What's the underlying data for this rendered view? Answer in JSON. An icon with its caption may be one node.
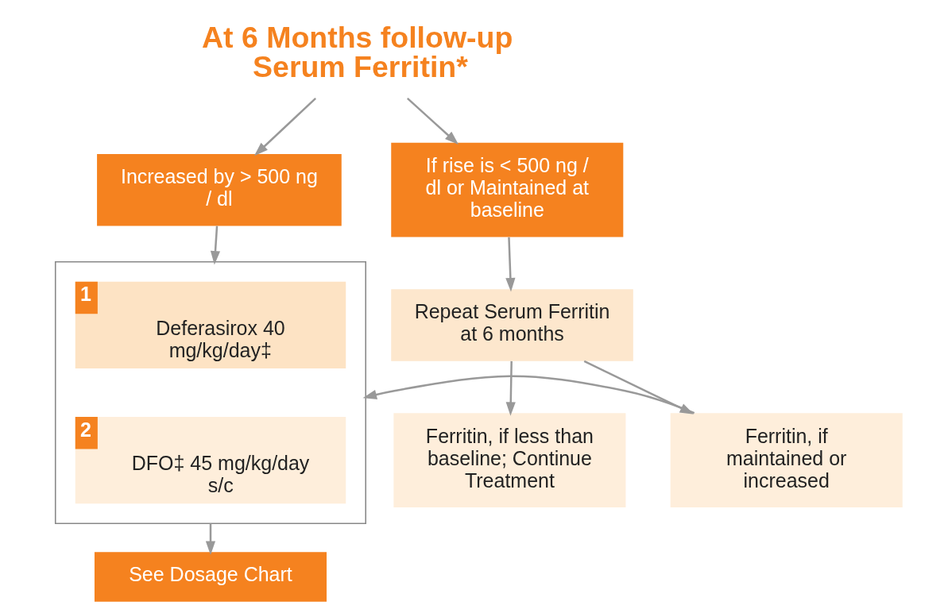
{
  "diagram": {
    "nodes": [
      {
        "text": [
          "At 6 Months follow-up Serum Ferritin*"
        ]
      },
      {
        "text": [
          "Increased by > 500 ng / dl"
        ]
      },
      {
        "text": [
          "If rise is < 500 ng / dl or Maintained at baseline"
        ]
      },
      {
        "text": [],
        "shape": "box"
      },
      {
        "text": [
          "1",
          "Deferasirox 40 mg/kg/day‡"
        ],
        "in": 3
      },
      {
        "text": [
          "2",
          "DFO‡ 45 mg/kg/day s/c"
        ],
        "in": 3
      },
      {
        "text": [
          "See Dosage Chart"
        ]
      },
      {
        "text": [
          "Repeat Serum Ferritin at 6 months"
        ]
      },
      {
        "text": [
          "Ferritin, if less than baseline; Continue Treatment"
        ]
      },
      {
        "text": [
          "Ferritin, if maintained or increased"
        ]
      }
    ],
    "edges": [
      {
        "from": 0,
        "to": 1,
        "arrow": "to"
      },
      {
        "from": 0,
        "to": 2,
        "arrow": "to"
      },
      {
        "from": 1,
        "to": 3,
        "arrow": "to"
      },
      {
        "from": 3,
        "to": 6,
        "arrow": "to"
      },
      {
        "from": 2,
        "to": 7,
        "arrow": "to"
      },
      {
        "from": 7,
        "to": 8,
        "arrow": "to"
      },
      {
        "from": 7,
        "to": 9,
        "arrow": "to"
      },
      {
        "from": 9,
        "to": 3,
        "arrow": "to"
      }
    ]
  }
}
